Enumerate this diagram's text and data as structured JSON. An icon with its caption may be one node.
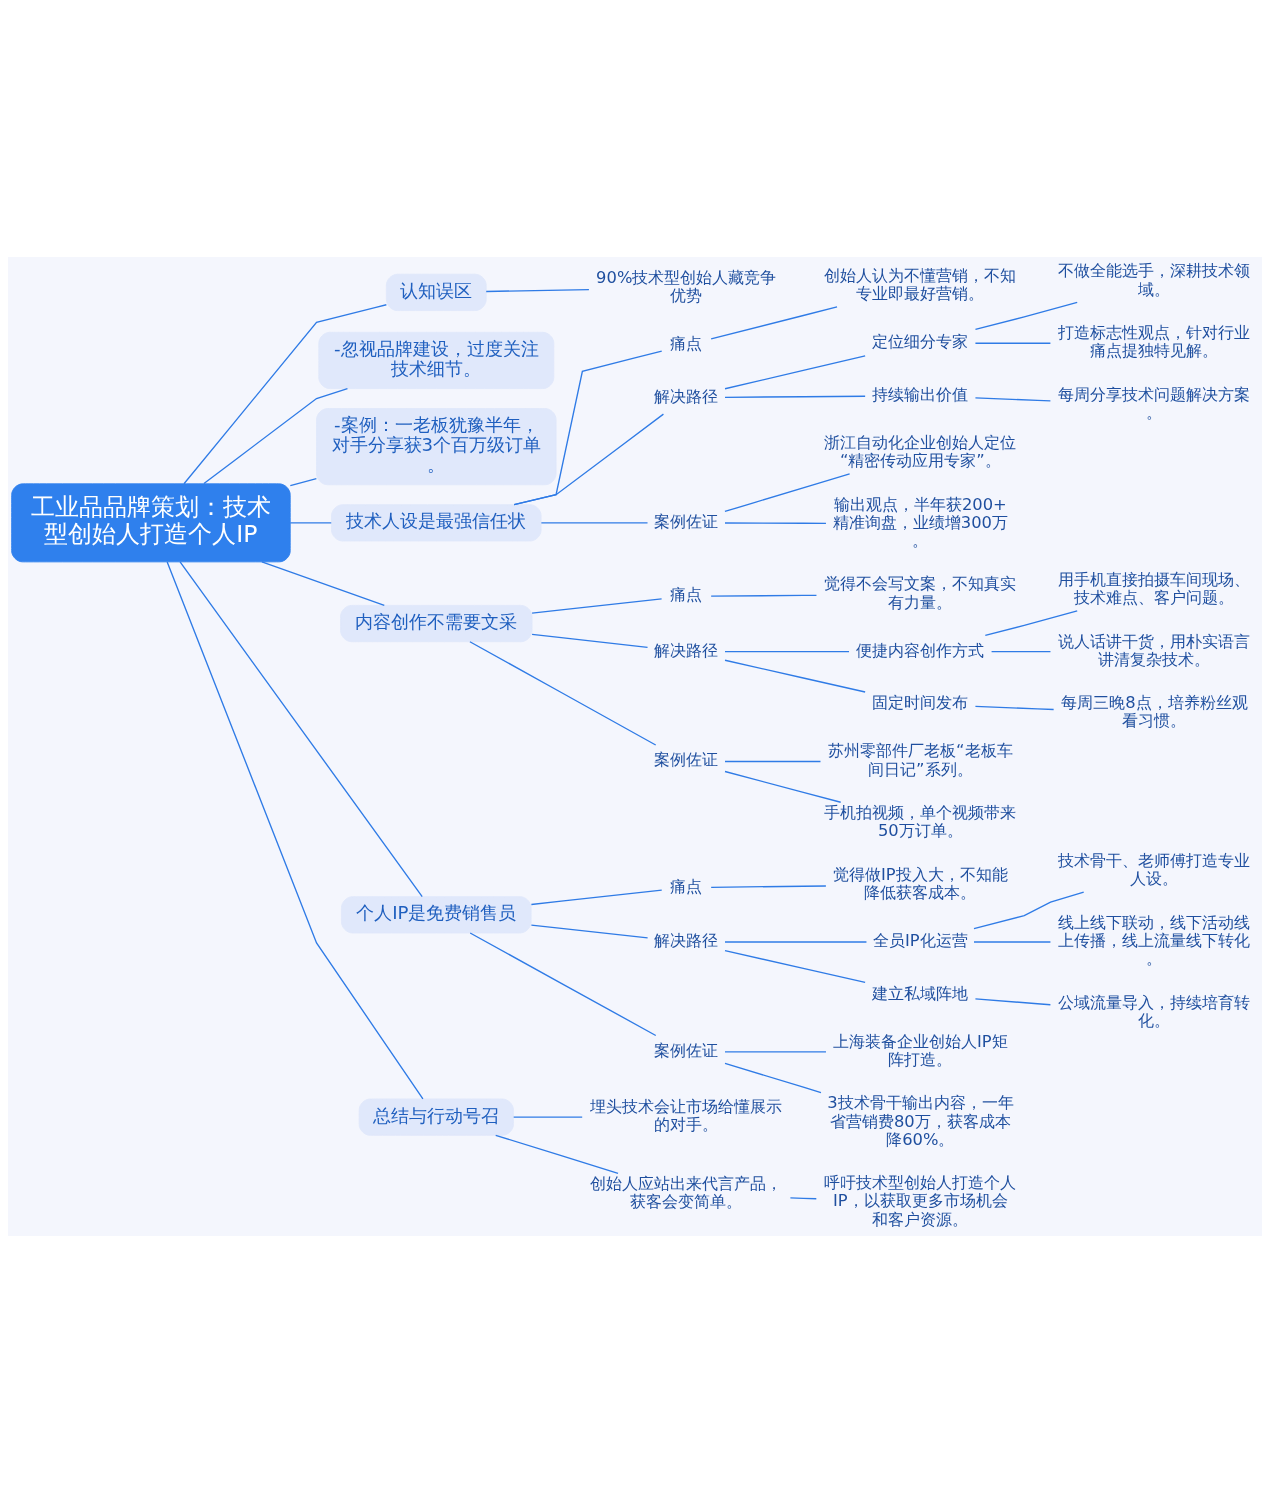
{
  "diagram": {
    "nodes": [
      {
        "text": [
          "工业品品牌策划：技术型创始人打造个人IP"
        ]
      },
      {
        "text": [
          "认知误区"
        ]
      },
      {
        "text": [
          "90%技术型创始人藏竞争优势"
        ]
      },
      {
        "text": [
          "-忽视品牌建设，过度关注技术细节。"
        ]
      },
      {
        "text": [
          "-案例：一老板犹豫半年，对手分享获3个百万级订单。"
        ]
      },
      {
        "text": [
          "技术人设是最强信任状"
        ]
      },
      {
        "text": [
          "痛点"
        ]
      },
      {
        "text": [
          "创始人认为不懂营销，不知专业即最好营销。"
        ]
      },
      {
        "text": [
          "解决路径"
        ]
      },
      {
        "text": [
          "定位细分专家"
        ]
      },
      {
        "text": [
          "不做全能选手，深耕技术领域。"
        ]
      },
      {
        "text": [
          "打造标志性观点，针对行业痛点提独特见解。"
        ]
      },
      {
        "text": [
          "持续输出价值"
        ]
      },
      {
        "text": [
          "每周分享技术问题解决方案。"
        ]
      },
      {
        "text": [
          "案例佐证"
        ]
      },
      {
        "text": [
          "浙江自动化企业创始人定位“精密传动应用专家”。"
        ]
      },
      {
        "text": [
          "输出观点，半年获200+精准询盘，业绩增300万。"
        ]
      },
      {
        "text": [
          "内容创作不需要文采"
        ]
      },
      {
        "text": [
          "痛点"
        ]
      },
      {
        "text": [
          "觉得不会写文案，不知真实有力量。"
        ]
      },
      {
        "text": [
          "解决路径"
        ]
      },
      {
        "text": [
          "便捷内容创作方式"
        ]
      },
      {
        "text": [
          "用手机直接拍摄车间现场、技术难点、客户问题。"
        ]
      },
      {
        "text": [
          "说人话讲干货，用朴实语言讲清复杂技术。"
        ]
      },
      {
        "text": [
          "固定时间发布"
        ]
      },
      {
        "text": [
          "每周三晚8点，培养粉丝观看习惯。"
        ]
      },
      {
        "text": [
          "案例佐证"
        ]
      },
      {
        "text": [
          "苏州零部件厂老板“老板车间日记”系列。"
        ]
      },
      {
        "text": [
          "手机拍视频，单个视频带来50万订单。"
        ]
      },
      {
        "text": [
          "个人IP是免费销售员"
        ]
      },
      {
        "text": [
          "痛点"
        ]
      },
      {
        "text": [
          "觉得做IP投入大，不知能降低获客成本。"
        ]
      },
      {
        "text": [
          "解决路径"
        ]
      },
      {
        "text": [
          "全员IP化运营"
        ]
      },
      {
        "text": [
          "技术骨干、老师傅打造专业人设。"
        ]
      },
      {
        "text": [
          "线上线下联动，线下活动线上传播，线上流量线下转化。"
        ]
      },
      {
        "text": [
          "建立私域阵地"
        ]
      },
      {
        "text": [
          "公域流量导入，持续培育转化。"
        ]
      },
      {
        "text": [
          "案例佐证"
        ]
      },
      {
        "text": [
          "上海装备企业创始人IP矩阵打造。"
        ]
      },
      {
        "text": [
          "3技术骨干输出内容，一年省营销费80万，获客成本降60%。"
        ]
      },
      {
        "text": [
          "总结与行动号召"
        ]
      },
      {
        "text": [
          "埋头技术会让市场给懂展示的对手。"
        ]
      },
      {
        "text": [
          "创始人应站出来代言产品，获客会变简单。"
        ]
      },
      {
        "text": [
          "呼吁技术型创始人打造个人IP，以获取更多市场机会和客户资源。"
        ]
      }
    ],
    "edges": [
      {
        "from": 0,
        "to": 1,
        "arrow": "none"
      },
      {
        "from": 1,
        "to": 2,
        "arrow": "none"
      },
      {
        "from": 0,
        "to": 3,
        "arrow": "none"
      },
      {
        "from": 0,
        "to": 4,
        "arrow": "none"
      },
      {
        "from": 0,
        "to": 5,
        "arrow": "none"
      },
      {
        "from": 5,
        "to": 6,
        "arrow": "none"
      },
      {
        "from": 6,
        "to": 7,
        "arrow": "none"
      },
      {
        "from": 5,
        "to": 8,
        "arrow": "none"
      },
      {
        "from": 8,
        "to": 9,
        "arrow": "none"
      },
      {
        "from": 9,
        "to": 10,
        "arrow": "none"
      },
      {
        "from": 9,
        "to": 11,
        "arrow": "none"
      },
      {
        "from": 8,
        "to": 12,
        "arrow": "none"
      },
      {
        "from": 12,
        "to": 13,
        "arrow": "none"
      },
      {
        "from": 5,
        "to": 14,
        "arrow": "none"
      },
      {
        "from": 14,
        "to": 15,
        "arrow": "none"
      },
      {
        "from": 14,
        "to": 16,
        "arrow": "none"
      },
      {
        "from": 0,
        "to": 17,
        "arrow": "none"
      },
      {
        "from": 17,
        "to": 18,
        "arrow": "none"
      },
      {
        "from": 18,
        "to": 19,
        "arrow": "none"
      },
      {
        "from": 17,
        "to": 20,
        "arrow": "none"
      },
      {
        "from": 20,
        "to": 21,
        "arrow": "none"
      },
      {
        "from": 21,
        "to": 22,
        "arrow": "none"
      },
      {
        "from": 21,
        "to": 23,
        "arrow": "none"
      },
      {
        "from": 20,
        "to": 24,
        "arrow": "none"
      },
      {
        "from": 24,
        "to": 25,
        "arrow": "none"
      },
      {
        "from": 17,
        "to": 26,
        "arrow": "none"
      },
      {
        "from": 26,
        "to": 27,
        "arrow": "none"
      },
      {
        "from": 26,
        "to": 28,
        "arrow": "none"
      },
      {
        "from": 0,
        "to": 29,
        "arrow": "none"
      },
      {
        "from": 29,
        "to": 30,
        "arrow": "none"
      },
      {
        "from": 30,
        "to": 31,
        "arrow": "none"
      },
      {
        "from": 29,
        "to": 32,
        "arrow": "none"
      },
      {
        "from": 32,
        "to": 33,
        "arrow": "none"
      },
      {
        "from": 33,
        "to": 34,
        "arrow": "none"
      },
      {
        "from": 33,
        "to": 35,
        "arrow": "none"
      },
      {
        "from": 32,
        "to": 36,
        "arrow": "none"
      },
      {
        "from": 36,
        "to": 37,
        "arrow": "none"
      },
      {
        "from": 29,
        "to": 38,
        "arrow": "none"
      },
      {
        "from": 38,
        "to": 39,
        "arrow": "none"
      },
      {
        "from": 38,
        "to": 40,
        "arrow": "none"
      },
      {
        "from": 0,
        "to": 41,
        "arrow": "none"
      },
      {
        "from": 41,
        "to": 42,
        "arrow": "none"
      },
      {
        "from": 41,
        "to": 43,
        "arrow": "none"
      },
      {
        "from": 43,
        "to": 44,
        "arrow": "none"
      }
    ]
  }
}
